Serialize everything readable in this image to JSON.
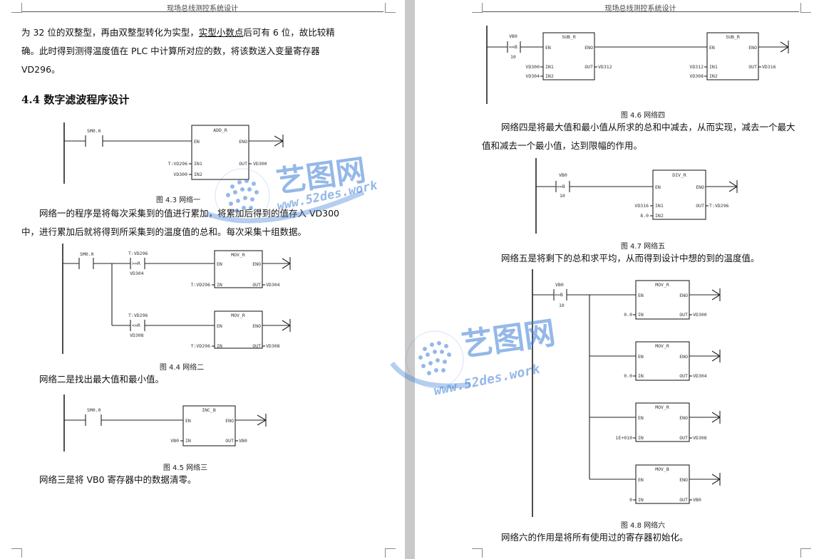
{
  "header": {
    "left": "现场总线测控系统设计",
    "right": "现场总线测控系统设计"
  },
  "left": {
    "intro": [
      [
        "为 32 位的双整型，再由双整型转化为实型，",
        "实型小数点",
        "后可有 6 位，故比较精"
      ],
      [
        "确。此时得到测得温度值在 PLC 中计算所对应的数，将该数送入变量寄存器",
        "",
        ""
      ],
      [
        "VD296。",
        "",
        ""
      ]
    ],
    "heading": "4.4  数字滤波程序设计",
    "fig43": {
      "caption": "图 4.3 网络一",
      "contact": "SM0.0",
      "block": "ADD_R",
      "en": "EN",
      "eno": "ENO",
      "in1_val": "T:VD296",
      "in1": "IN1",
      "in2_val": "VD300",
      "in2": "IN2",
      "out": "OUT",
      "out_val": "VD300"
    },
    "p1": [
      "网络一的程序是将每次采集到的值进行累加，将累加后得到的值存入 VD300",
      "中，进行累加后就将得到所采集到的温度值的总和。每次采集十组数据。"
    ],
    "fig44": {
      "caption": "图 4.4 网络二",
      "contact": "SM0.0",
      "rows": [
        {
          "cmp_top": "T:VD296",
          "cmp_op": ">=R",
          "cmp_bot": "VD304",
          "block": "MOV_R",
          "en": "EN",
          "eno": "ENO",
          "in": "IN",
          "in_val": "T:VD296",
          "out": "OUT",
          "out_val": "VD304"
        },
        {
          "cmp_top": "T:VD296",
          "cmp_op": "<=R",
          "cmp_bot": "VD308",
          "block": "MOV_R",
          "en": "EN",
          "eno": "ENO",
          "in": "IN",
          "in_val": "T:VD296",
          "out": "OUT",
          "out_val": "VD308"
        }
      ]
    },
    "p2": "网络二是找出最大值和最小值。",
    "fig45": {
      "caption": "图 4.5 网络三",
      "contact": "SM0.0",
      "block": "INC_B",
      "en": "EN",
      "eno": "ENO",
      "in": "IN",
      "in_val": "VB0",
      "out": "OUT",
      "out_val": "VB0"
    },
    "p3": "网络三是将 VB0 寄存器中的数据清零。"
  },
  "right": {
    "fig46": {
      "caption": "图 4.6 网络四",
      "cmp_top": "VB0",
      "cmp_op": "==B",
      "cmp_bot": "10",
      "blocks": [
        {
          "block": "SUB_R",
          "en": "EN",
          "eno": "ENO",
          "in1_val": "VD300",
          "in1": "IN1",
          "in2_val": "VD304",
          "in2": "IN2",
          "out": "OUT",
          "out_val": "VD312"
        },
        {
          "block": "SUB_R",
          "en": "EN",
          "eno": "ENO",
          "in1_val": "VD312",
          "in1": "IN1",
          "in2_val": "VD308",
          "in2": "IN2",
          "out": "OUT",
          "out_val": "VD316"
        }
      ]
    },
    "p4": [
      "网络四是将最大值和最小值从所求的总和中减去，从而实现，减去一个最大",
      "值和减去一个最小值，达到限幅的作用。"
    ],
    "fig47": {
      "caption": "图 4.7  网络五",
      "cmp_top": "VB0",
      "cmp_op": "==B",
      "cmp_bot": "10",
      "block": "DIV_R",
      "en": "EN",
      "eno": "ENO",
      "in1_val": "VD316",
      "in1": "IN1",
      "in2_val": "8.0",
      "in2": "IN2",
      "out": "OUT",
      "out_val": "T:VD296"
    },
    "p5": "网络五是将剩下的总和求平均，从而得到设计中想的到的温度值。",
    "fig48": {
      "caption": "图 4.8  网络六",
      "cmp_top": "VB0",
      "cmp_op": "==B",
      "cmp_bot": "10",
      "rows": [
        {
          "block": "MOV_R",
          "en": "EN",
          "eno": "ENO",
          "in": "IN",
          "in_val": "0.0",
          "out": "OUT",
          "out_val": "VD300"
        },
        {
          "block": "MOV_R",
          "en": "EN",
          "eno": "ENO",
          "in": "IN",
          "in_val": "0.0",
          "out": "OUT",
          "out_val": "VD304"
        },
        {
          "block": "MOV_R",
          "en": "EN",
          "eno": "ENO",
          "in": "IN",
          "in_val": "1E+010",
          "out": "OUT",
          "out_val": "VD308"
        },
        {
          "block": "MOV_B",
          "en": "EN",
          "eno": "ENO",
          "in": "IN",
          "in_val": "0",
          "out": "OUT",
          "out_val": "VB0"
        }
      ]
    },
    "p6": "网络六的作用是将所有使用过的寄存器初始化。"
  },
  "watermark": {
    "brand": "艺图网",
    "url": "www.52des.work",
    "color": "#3d7fd6"
  }
}
